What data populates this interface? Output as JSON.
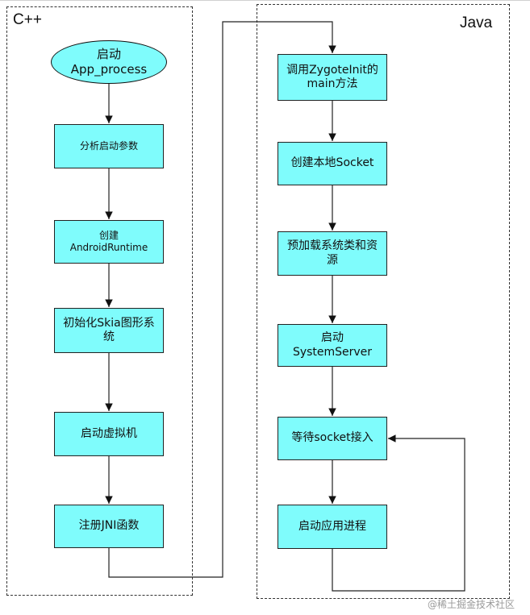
{
  "regions": {
    "cpp": {
      "label": "C++"
    },
    "java": {
      "label": "Java"
    }
  },
  "nodes": {
    "start_app_process": "启动\nApp_process",
    "parse_args": "分析启动参数",
    "create_runtime": "创建\nAndroidRuntime",
    "init_skia": "初始化Skia图形系\n统",
    "start_vm": "启动虚拟机",
    "register_jni": "注册JNI函数",
    "call_zygote_main": "调用ZygoteInit的\nmain方法",
    "create_socket": "创建本地Socket",
    "preload": "预加载系统类和资\n源",
    "start_system_server": "启动SystemServer",
    "wait_socket": "等待socket接入",
    "start_app_process_java": "启动应用进程"
  },
  "watermark": "@稀土掘金技术社区",
  "colors": {
    "node_fill": "#7ffcfc",
    "stroke": "#222222"
  }
}
